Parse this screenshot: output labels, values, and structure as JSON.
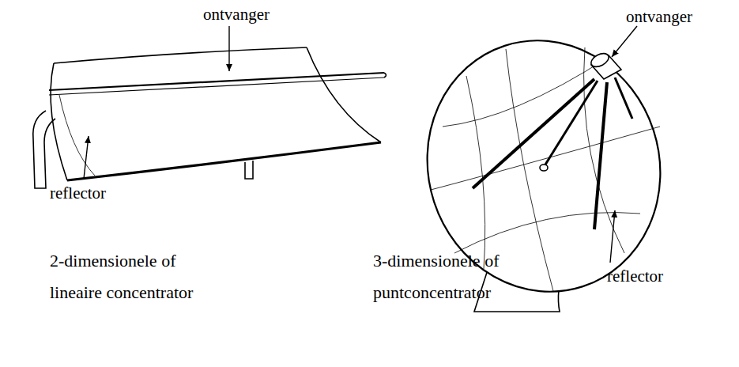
{
  "diagram": {
    "labels": [
      "ontvanger",
      "reflector",
      "2-dimensionele of lineaire concentrator",
      "ontvanger",
      "reflector",
      "3-dimensionele of puntconcentrator"
    ]
  }
}
